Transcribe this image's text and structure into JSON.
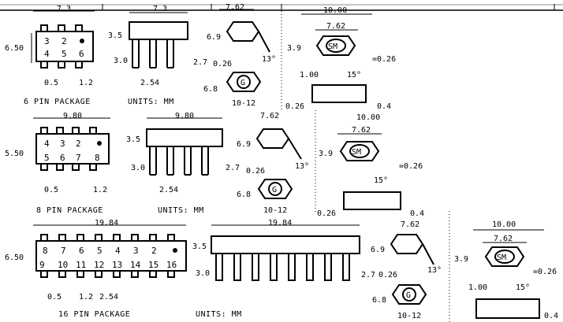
{
  "pkg6": {
    "width_top": "7.3",
    "height_left": "6.50",
    "pins_top": [
      "3",
      "2"
    ],
    "pins_bottom": [
      "4",
      "5",
      "6"
    ],
    "pitch_a": "0.5",
    "pitch_b": "1.2",
    "side_width": "7.3",
    "side_h1": "3.5",
    "side_h2": "3.0",
    "side_h3": "2.7",
    "side_pitch": "2.54",
    "caption": "6 PIN PACKAGE",
    "units": "UNITS: MM"
  },
  "pkg8": {
    "width_top": "9.80",
    "height_left": "5.50",
    "pins_top": [
      "4",
      "3",
      "2"
    ],
    "pins_bottom": [
      "5",
      "6",
      "7",
      "8"
    ],
    "pitch_a": "0.5",
    "pitch_b": "1.2",
    "side_width": "9.80",
    "side_h1": "3.5",
    "side_h2": "3.0",
    "side_h3": "2.7",
    "side_pitch": "2.54",
    "caption": "8 PIN PACKAGE",
    "units": "UNITS: MM"
  },
  "pkg16": {
    "width_top": "19.84",
    "height_left": "6.50",
    "pins_top": [
      "8",
      "7",
      "6",
      "5",
      "4",
      "3",
      "2"
    ],
    "pins_bottom": [
      "9",
      "10",
      "11",
      "12",
      "13",
      "14",
      "15",
      "16"
    ],
    "pitch_a": "0.5",
    "pitch_b": "1.2",
    "pitch_c": "2.54",
    "side_width": "19.84",
    "side_h1": "3.5",
    "side_h2": "3.0",
    "side_h3": "2.7",
    "caption": "16 PIN PACKAGE",
    "units": "UNITS: MM"
  },
  "endview": {
    "width": "7.62",
    "h1": "6.9",
    "lead": "0.26",
    "angle": "13°",
    "h2": "6.8",
    "mark": "G",
    "range": "10-12"
  },
  "sm": {
    "outer": "10.00",
    "inner": "7.62",
    "h": "3.9",
    "mark": "SM",
    "lead": "=0.26",
    "foot": "1.00",
    "angle": "15°",
    "left_lead": "0.26",
    "pad": "0.4"
  }
}
